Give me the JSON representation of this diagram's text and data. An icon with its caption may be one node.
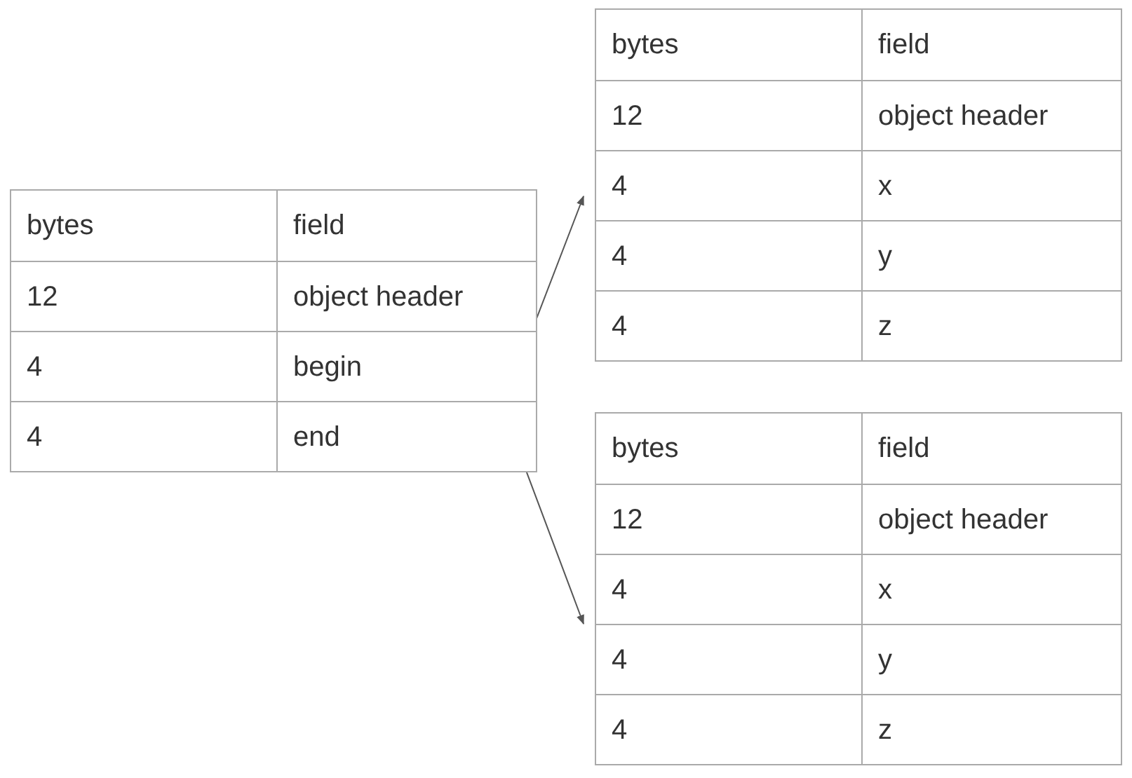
{
  "diagram": {
    "nodes": [
      {
        "text": [],
        "shape": "box"
      },
      {
        "text": [
          "bytes",
          "field"
        ],
        "in": 0
      },
      {
        "text": [
          "12",
          "object header"
        ],
        "in": 0
      },
      {
        "text": [
          "4",
          "begin"
        ],
        "in": 0
      },
      {
        "text": [
          "4",
          "end"
        ],
        "in": 0
      },
      {
        "text": [],
        "shape": "box"
      },
      {
        "text": [
          "bytes",
          "field"
        ],
        "in": 5
      },
      {
        "text": [
          "12",
          "object header"
        ],
        "in": 5
      },
      {
        "text": [
          "4",
          "x"
        ],
        "in": 5
      },
      {
        "text": [
          "4",
          "y"
        ],
        "in": 5
      },
      {
        "text": [
          "4",
          "z"
        ],
        "in": 5
      },
      {
        "text": [],
        "shape": "box"
      },
      {
        "text": [
          "bytes",
          "field"
        ],
        "in": 11
      },
      {
        "text": [
          "12",
          "object header"
        ],
        "in": 11
      },
      {
        "text": [
          "4",
          "x"
        ],
        "in": 11
      },
      {
        "text": [
          "4",
          "y"
        ],
        "in": 11
      },
      {
        "text": [
          "4",
          "z"
        ],
        "in": 11
      }
    ],
    "edges": [
      {
        "from": 3,
        "to": 5,
        "arrow": "to"
      },
      {
        "from": 4,
        "to": 11,
        "arrow": "to"
      }
    ]
  }
}
